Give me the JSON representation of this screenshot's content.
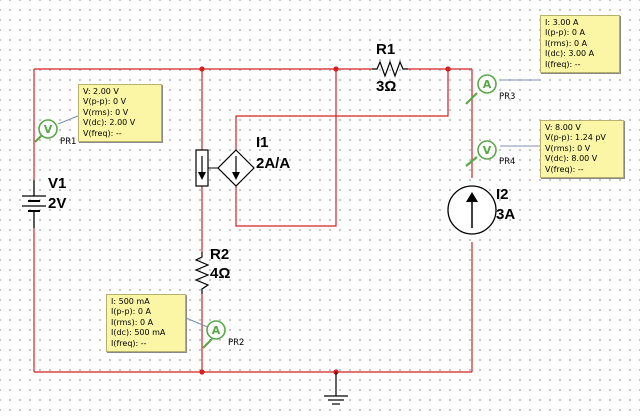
{
  "components": {
    "v1": {
      "name": "V1",
      "value": "2V"
    },
    "r1": {
      "name": "R1",
      "value": "3Ω"
    },
    "r2": {
      "name": "R2",
      "value": "4Ω"
    },
    "i1": {
      "name": "I1",
      "value": "2A/A"
    },
    "i2": {
      "name": "I2",
      "value": "3A"
    }
  },
  "probes": {
    "pr1": {
      "tag": "PR1",
      "meter": "V",
      "lines": [
        "V: 2.00 V",
        "V(p-p): 0 V",
        "V(rms): 0 V",
        "V(dc): 2.00 V",
        "V(freq): --"
      ]
    },
    "pr2": {
      "tag": "PR2",
      "meter": "A",
      "lines": [
        "I: 500 mA",
        "I(p-p): 0 A",
        "I(rms): 0 A",
        "I(dc): 500 mA",
        "I(freq): --"
      ]
    },
    "pr3": {
      "tag": "PR3",
      "meter": "A",
      "lines": [
        "I: 3.00 A",
        "I(p-p): 0 A",
        "I(rms): 0 A",
        "I(dc): 3.00 A",
        "I(freq): --"
      ]
    },
    "pr4": {
      "tag": "PR4",
      "meter": "V",
      "lines": [
        "V: 8.00 V",
        "V(p-p): 1.24 pV",
        "V(rms): 0 V",
        "V(dc): 8.00 V",
        "V(freq): --"
      ]
    }
  },
  "colors": {
    "wire": "#d42020",
    "component": "#000000",
    "probe_green": "#5aa84a",
    "probe_bg": "#fbf6a6",
    "node": "#d42020"
  }
}
